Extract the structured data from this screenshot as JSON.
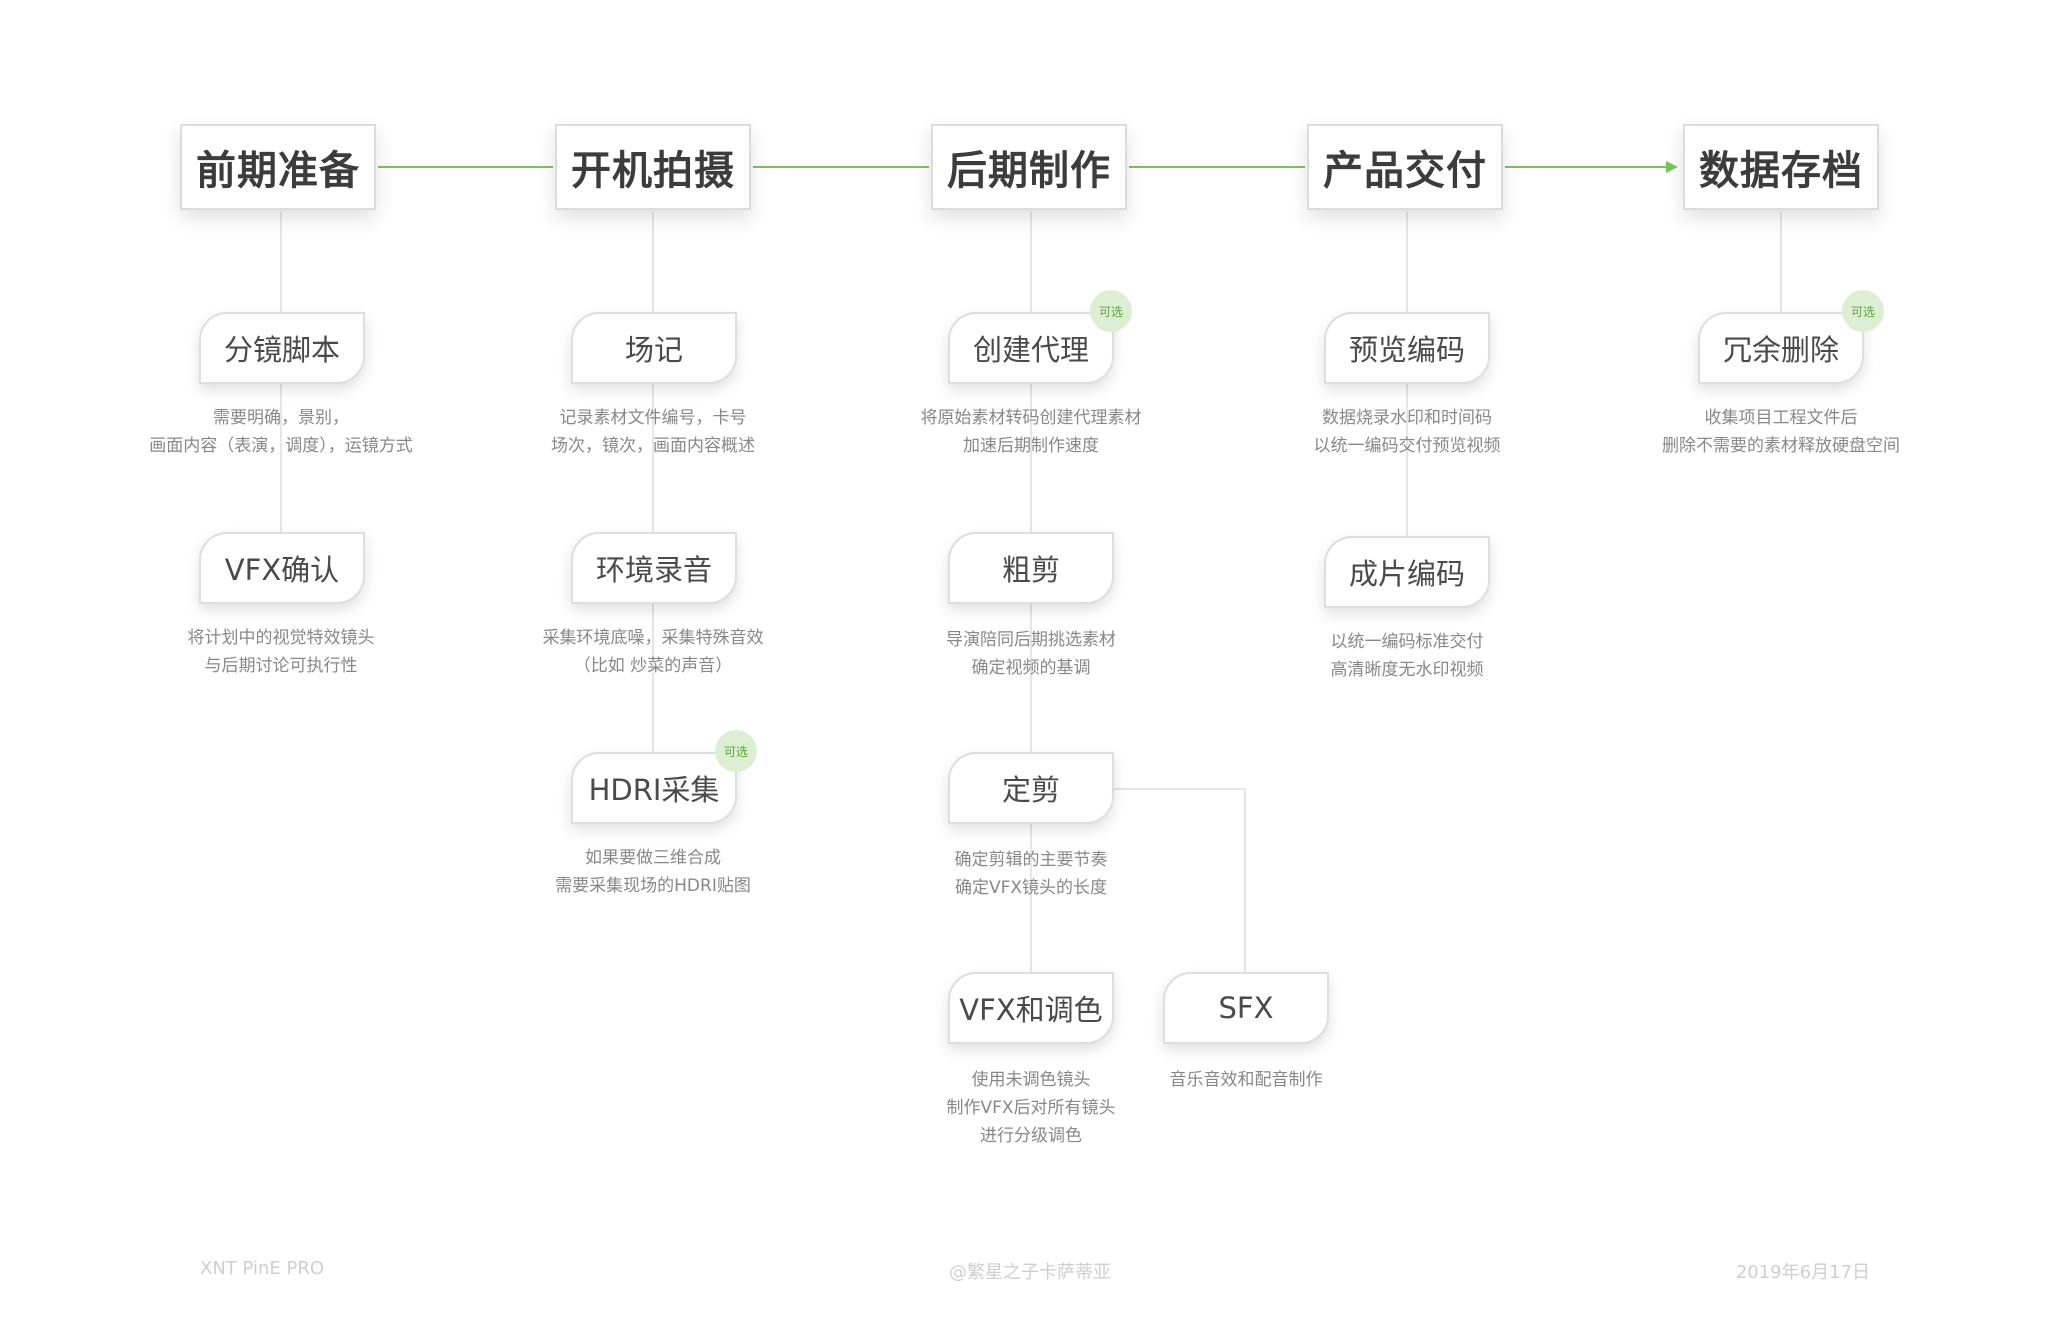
{
  "phases": [
    {
      "label": "前期准备"
    },
    {
      "label": "开机拍摄"
    },
    {
      "label": "后期制作"
    },
    {
      "label": "产品交付"
    },
    {
      "label": "数据存档"
    }
  ],
  "steps": [
    {
      "label": "分镜脚本",
      "desc": [
        "需要明确，景别，",
        "画面内容（表演，调度），运镜方式"
      ]
    },
    {
      "label": "VFX确认",
      "desc": [
        "将计划中的视觉特效镜头",
        "与后期讨论可执行性"
      ]
    },
    {
      "label": "场记",
      "desc": [
        "记录素材文件编号，卡号",
        "场次，镜次，画面内容概述"
      ]
    },
    {
      "label": "环境录音",
      "desc": [
        "采集环境底噪，采集特殊音效",
        "（比如 炒菜的声音）"
      ]
    },
    {
      "label": "HDRI采集",
      "optional": "可选",
      "desc": [
        "如果要做三维合成",
        "需要采集现场的HDRI贴图"
      ]
    },
    {
      "label": "创建代理",
      "optional": "可选",
      "desc": [
        "将原始素材转码创建代理素材",
        "加速后期制作速度"
      ]
    },
    {
      "label": "粗剪",
      "desc": [
        "导演陪同后期挑选素材",
        "确定视频的基调"
      ]
    },
    {
      "label": "定剪",
      "desc": [
        "确定剪辑的主要节奏",
        "确定VFX镜头的长度"
      ]
    },
    {
      "label": "VFX和调色",
      "desc": [
        "使用未调色镜头",
        "制作VFX后对所有镜头",
        "进行分级调色"
      ]
    },
    {
      "label": "SFX",
      "desc": [
        "音乐音效和配音制作"
      ]
    },
    {
      "label": "预览编码",
      "desc": [
        "数据烧录水印和时间码",
        "以统一编码交付预览视频"
      ]
    },
    {
      "label": "成片编码",
      "desc": [
        "以统一编码标准交付",
        "高清晰度无水印视频"
      ]
    },
    {
      "label": "冗余删除",
      "optional": "可选",
      "desc": [
        "收集项目工程文件后",
        "删除不需要的素材释放硬盘空间"
      ]
    }
  ],
  "footer": {
    "left": "XNT PinE PRO",
    "center": "@繁星之子卡萨蒂亚",
    "right": "2019年6月17日"
  },
  "colors": {
    "accent": "#7cc35a",
    "connector": "#e6e6e6",
    "optional_badge": "#dcefd2"
  }
}
